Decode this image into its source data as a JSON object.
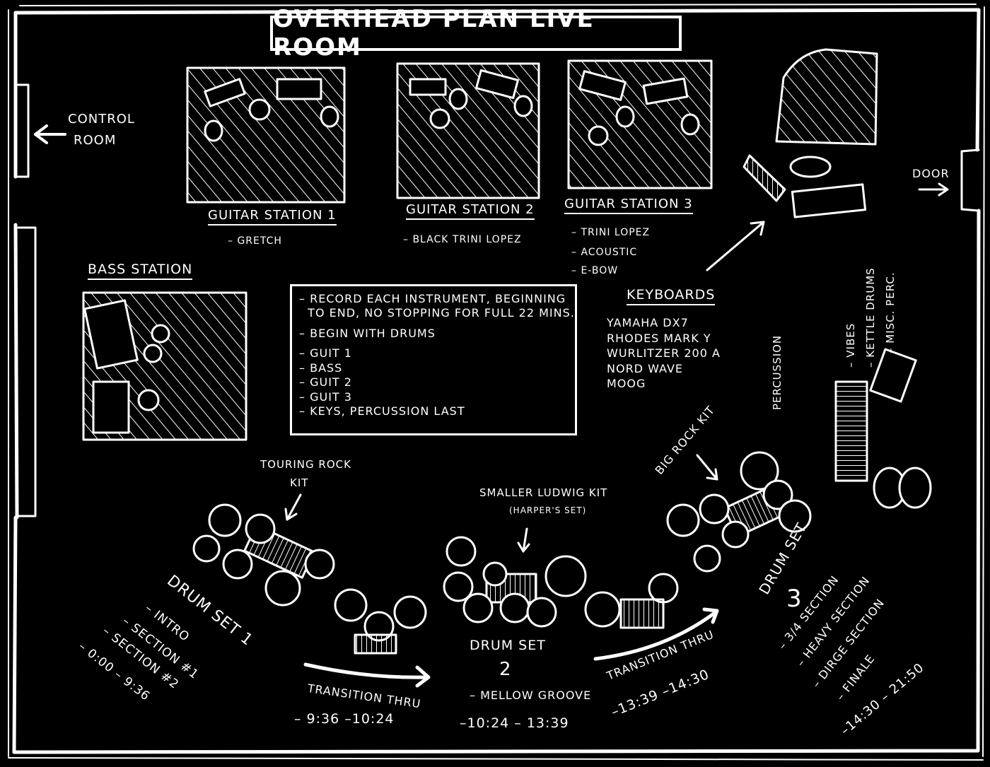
{
  "title": "OVERHEAD PLAN LIVE ROOM",
  "control_room": [
    "CONTROL",
    "ROOM"
  ],
  "door": "DOOR",
  "guitar_stations": [
    {
      "title": "GUITAR STATION 1",
      "items": [
        "– GRETCH"
      ]
    },
    {
      "title": "GUITAR STATION 2",
      "items": [
        "– BLACK TRINI LOPEZ"
      ]
    },
    {
      "title": "GUITAR STATION 3",
      "items": [
        "– TRINI LOPEZ",
        "– ACOUSTIC",
        "– E-BOW"
      ]
    }
  ],
  "bass_station": "BASS STATION",
  "notes": [
    "– RECORD EACH INSTRUMENT, BEGINNING",
    "  TO END, NO STOPPING FOR FULL 22 MINS.",
    "– BEGIN WITH DRUMS",
    "– GUIT 1",
    "– BASS",
    "– GUIT 2",
    "– GUIT 3",
    "– KEYS, PERCUSSION LAST"
  ],
  "keyboards": {
    "title": "KEYBOARDS",
    "items": [
      "YAMAHA DX7",
      "RHODES MARK Y",
      "WURLITZER 200 A",
      "NORD WAVE",
      "MOOG"
    ]
  },
  "percussion": {
    "title": "PERCUSSION",
    "items": [
      "– VIBES",
      "– KETTLE DRUMS",
      "– MISC. PERC."
    ]
  },
  "kit_labels": {
    "touring": [
      "TOURING ROCK",
      "KIT"
    ],
    "ludwig": [
      "SMALLER LUDWIG KIT",
      "(HARPER'S SET)"
    ],
    "big": "BIG ROCK KIT"
  },
  "drum_set_1": {
    "title": "DRUM SET 1",
    "items": [
      "– INTRO",
      "– SECTION #1",
      "– SECTION #2",
      "– 0:00 – 9:36"
    ]
  },
  "transition_1": {
    "title": "TRANSITION THRU",
    "time": "– 9:36 –10:24"
  },
  "drum_set_2": {
    "title": "DRUM SET",
    "number": "2",
    "items": [
      "– MELLOW GROOVE",
      "–10:24 – 13:39"
    ]
  },
  "transition_2": {
    "title": "TRANSITION THRU",
    "time": "–13:39 –14:30"
  },
  "drum_set_3": {
    "title": "DRUM SET",
    "number": "3",
    "items": [
      "– 3/4 SECTION",
      "– HEAVY SECTION",
      "– DIRGE SECTION",
      "– FINALE",
      "–14:30 – 21:50"
    ]
  },
  "colors": {
    "background": "#000000",
    "ink": "#ffffff"
  }
}
